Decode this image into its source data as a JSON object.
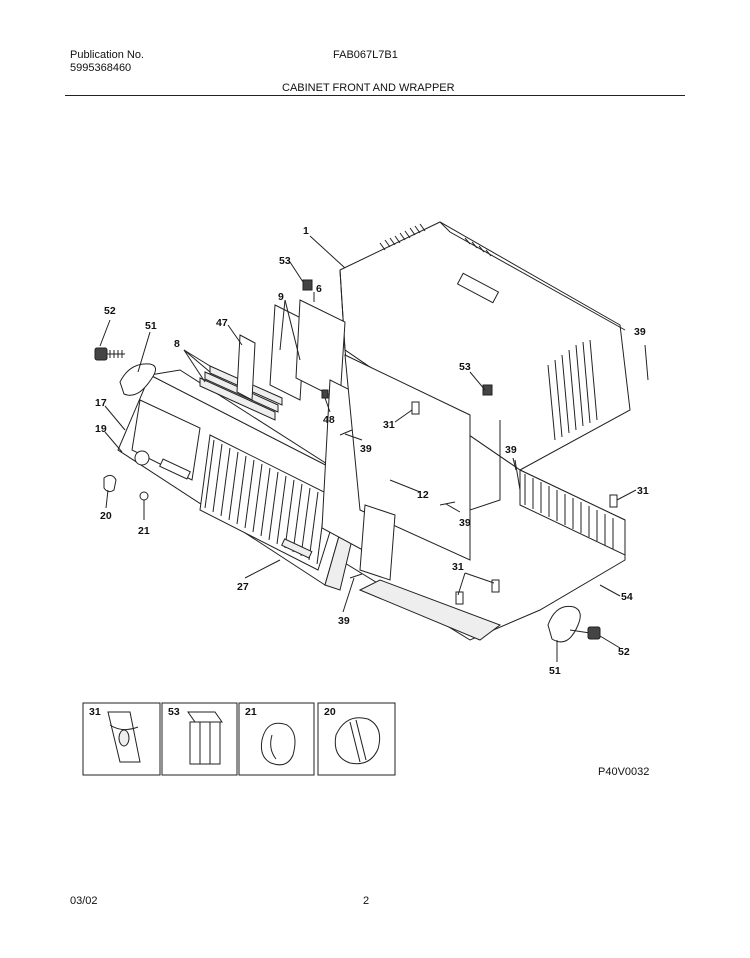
{
  "header": {
    "pub_label": "Publication No.",
    "pub_number": "5995368460",
    "model": "FAB067L7B1",
    "section_title": "CABINET FRONT AND WRAPPER"
  },
  "diagram": {
    "figure_code": "P40V0032",
    "callouts": {
      "c1": "1",
      "c53a": "53",
      "c6": "6",
      "c9": "9",
      "c47": "47",
      "c8": "8",
      "c52a": "52",
      "c51a": "51",
      "c17": "17",
      "c19": "19",
      "c20": "20",
      "c21": "21",
      "c27": "27",
      "c48": "48",
      "c31a": "31",
      "c39a": "39",
      "c53b": "53",
      "c39b": "39",
      "c39c": "39",
      "c12": "12",
      "c39d": "39",
      "c31b": "31",
      "c31c": "31",
      "c39e": "39",
      "c54": "54",
      "c51b": "51",
      "c52b": "52"
    },
    "detail_boxes": [
      "31",
      "53",
      "21",
      "20"
    ]
  },
  "footer": {
    "date": "03/02",
    "page": "2"
  }
}
